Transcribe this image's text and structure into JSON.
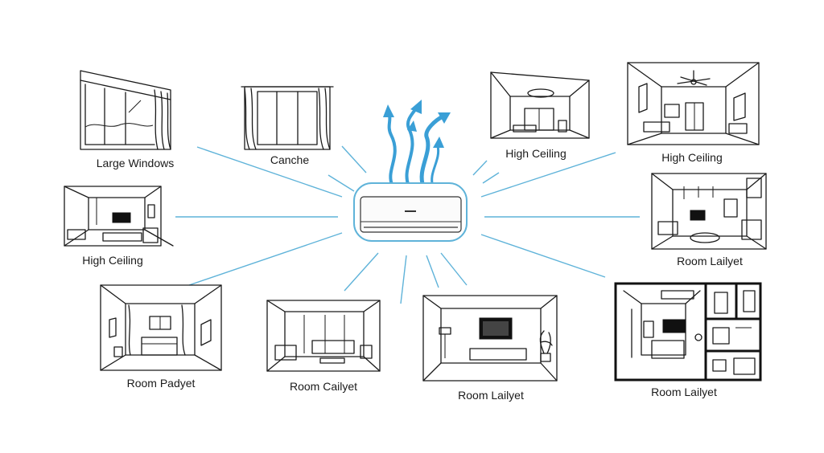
{
  "colors": {
    "accent": "#5fb3d9",
    "ink": "#1a1a1a"
  },
  "center": {
    "name": "air-conditioner-unit",
    "icon": "split-ac-icon"
  },
  "rooms": [
    {
      "id": "r1",
      "label": "Large Windows",
      "icon": "large-windows-icon"
    },
    {
      "id": "r2",
      "label": "Canche",
      "icon": "window-curtains-icon"
    },
    {
      "id": "r3",
      "label": "High Ceiling",
      "icon": "room-ceiling-light-icon"
    },
    {
      "id": "r4",
      "label": "High Ceiling",
      "icon": "room-ceiling-fan-icon"
    },
    {
      "id": "r5",
      "label": "High Ceiling",
      "icon": "living-room-icon"
    },
    {
      "id": "r6",
      "label": "Room Lailyet",
      "icon": "room-tv-icon"
    },
    {
      "id": "r7",
      "label": "Room Padyet",
      "icon": "bedroom-icon"
    },
    {
      "id": "r8",
      "label": "Room Cailyet",
      "icon": "lounge-sofa-icon"
    },
    {
      "id": "r9",
      "label": "Room Lailyet",
      "icon": "tv-room-icon"
    },
    {
      "id": "r10",
      "label": "Room Lailyet",
      "icon": "floor-plan-icon"
    }
  ]
}
